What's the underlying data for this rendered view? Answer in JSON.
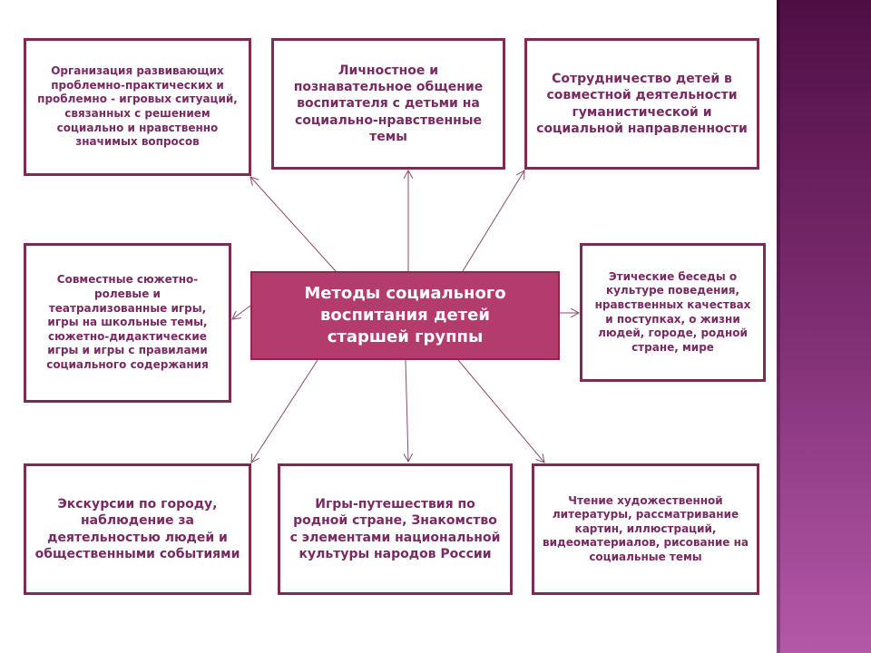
{
  "center": {
    "title": "Методы социального воспитания   детей старшей группы"
  },
  "boxes": [
    {
      "text": "Организация развивающих проблемно-практических и проблемно - игровых ситуаций, связанных с решением социально и нравственно значимых вопросов"
    },
    {
      "text": "Личностное и познавательное общение воспитателя с детьми на социально-нравственные темы"
    },
    {
      "text": "Сотрудничество детей в совместной деятельности гуманистической и социальной направленности"
    },
    {
      "text": "Совместные сюжетно-ролевые и театрализованные игры, игры на школьные темы, сюжетно-дидактические игры и игры с правилами социального содержания"
    },
    {
      "text": "Этические беседы  о культуре поведения, нравственных качествах и поступках, о жизни людей, городе, родной стране, мире"
    },
    {
      "text": "Экскурсии по городу, наблюдение за деятельностью людей и общественными событиями"
    },
    {
      "text": "Игры-путешествия по родной стране, Знакомство с элементами национальной культуры народов России"
    },
    {
      "text": "Чтение художественной литературы, рассматривание картин, иллюстраций, видеоматериалов, рисование на социальные темы"
    }
  ],
  "colors": {
    "border": "#7d2b55",
    "text": "#7a2a62",
    "center_fill": "#b33c6c",
    "sidebar_top": "#4f0f45",
    "sidebar_bottom": "#b458a8"
  }
}
